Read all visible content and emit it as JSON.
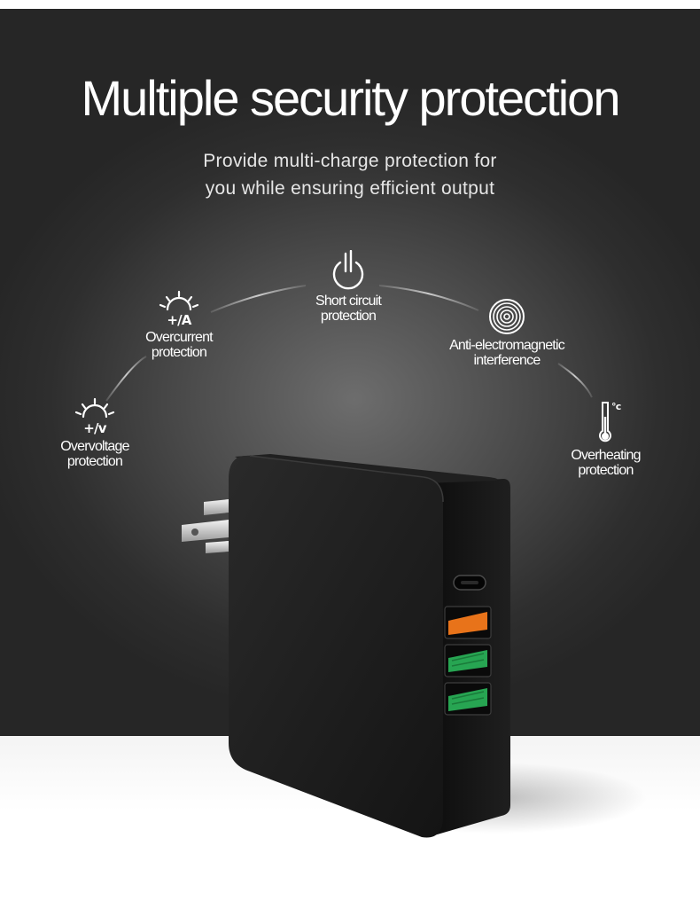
{
  "headline": {
    "title": "Multiple security protection",
    "subtitle_line1": "Provide multi-charge protection for",
    "subtitle_line2": "you while ensuring efficient output"
  },
  "features": [
    {
      "icon": "overvoltage-icon",
      "symbol": "+/v",
      "line1": "Overvoltage",
      "line2": "protection"
    },
    {
      "icon": "overcurrent-icon",
      "symbol": "+/A",
      "line1": "Overcurrent",
      "line2": "protection"
    },
    {
      "icon": "power-icon",
      "line1": "Short circuit",
      "line2": "protection"
    },
    {
      "icon": "interference-icon",
      "line1": "Anti-electromagnetic",
      "line2": "interference"
    },
    {
      "icon": "thermometer-icon",
      "symbol": "°c",
      "line1": "Overheating",
      "line2": "protection"
    }
  ],
  "product": {
    "ports": [
      "USB-C",
      "USB-A (orange)",
      "USB-A (green)",
      "USB-A (green)"
    ],
    "colors": {
      "body": "#1a1a1a",
      "orange_port": "#e8731a",
      "green_port": "#27a552"
    }
  }
}
